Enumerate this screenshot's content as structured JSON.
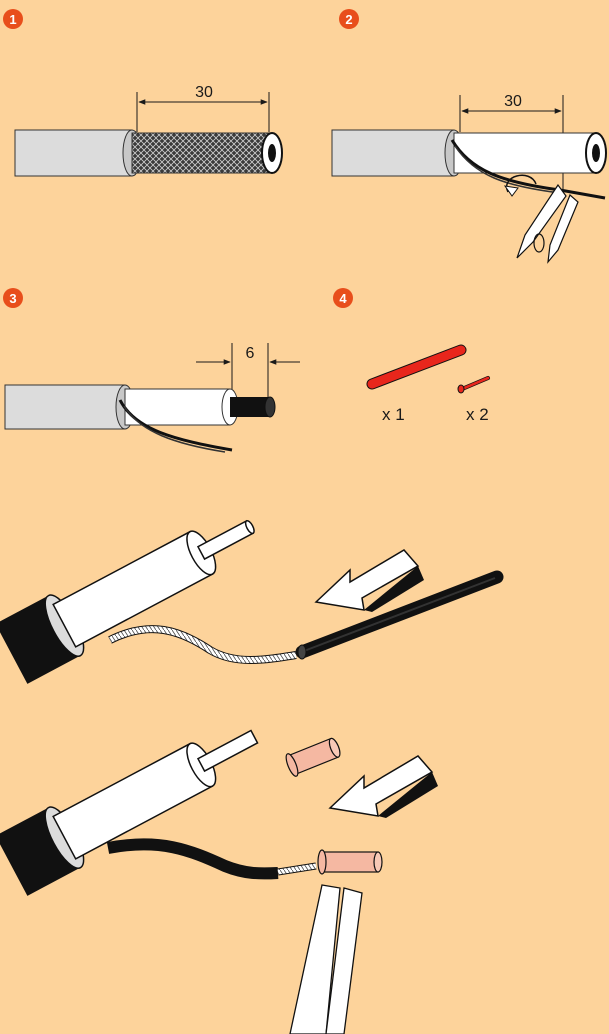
{
  "colors": {
    "background": "#fdd39b",
    "badge": "#e84e1b",
    "sheath_grey": "#dcdcdc",
    "dielectric_white": "#ffffff",
    "black": "#111111",
    "tube_red": "#e8261c",
    "ferrule_pink": "#f5b8a2"
  },
  "steps": [
    {
      "number": "1",
      "dimension": "30"
    },
    {
      "number": "2",
      "dimension": "30"
    },
    {
      "number": "3",
      "dimension": "6"
    },
    {
      "number": "4",
      "parts": [
        {
          "quantity": "x 1"
        },
        {
          "quantity": "x 2"
        }
      ]
    }
  ],
  "icons": [
    "rotate-arrow-icon",
    "cutter-pliers-icon",
    "direction-arrow-icon",
    "crimp-pliers-icon"
  ]
}
